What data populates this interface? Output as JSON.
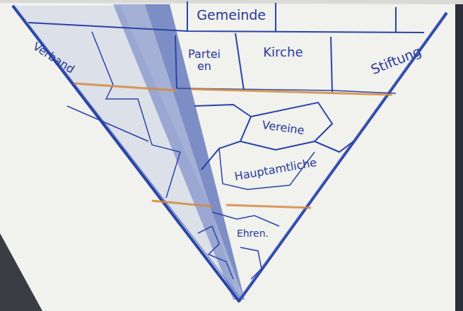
{
  "diagram": {
    "nodes": [
      {
        "text": [
          "Gemeinde"
        ]
      },
      {
        "text": [
          "Verband"
        ]
      },
      {
        "text": [
          "Partei en"
        ]
      },
      {
        "text": [
          "Kirche"
        ]
      },
      {
        "text": [
          "Stiftung"
        ]
      },
      {
        "text": [
          "Vereine"
        ]
      },
      {
        "text": [
          "Hauptamtliche"
        ]
      },
      {
        "text": [
          "Ehren."
        ]
      }
    ]
  }
}
